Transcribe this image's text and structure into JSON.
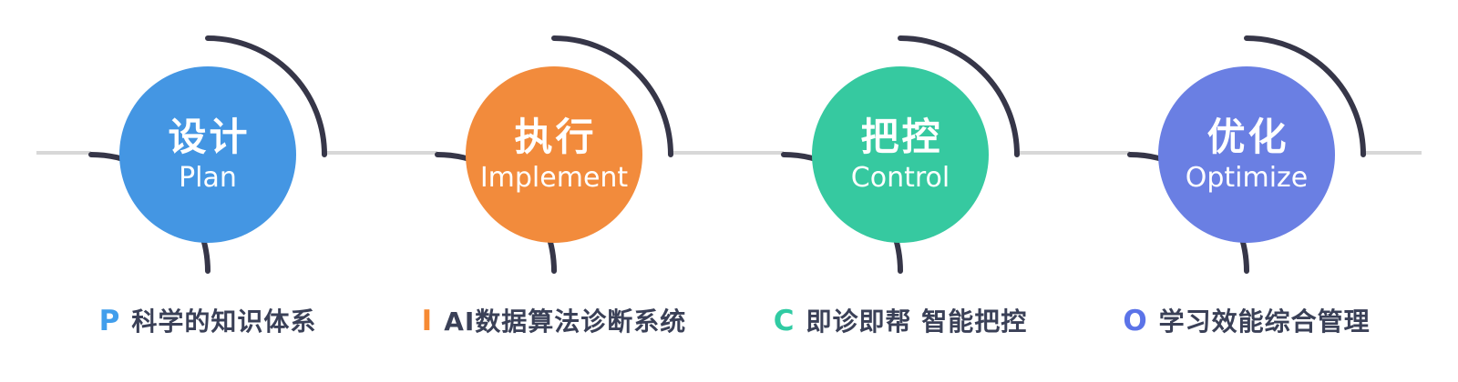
{
  "theme": {
    "background_color": "#ffffff",
    "arc_color": "#363648",
    "connector_color": "#d8d8d8",
    "description_text_color": "#3a4057",
    "circle_text_color": "#ffffff"
  },
  "stages": [
    {
      "zh": "设计",
      "en": "Plan",
      "letter": "P",
      "circle_color": "#4496e3",
      "letter_color": "#419eec",
      "description": "科学的知识体系"
    },
    {
      "zh": "执行",
      "en": "Implement",
      "letter": "I",
      "circle_color": "#f28b3c",
      "letter_color": "#f68a33",
      "description": "AI数据算法诊断系统"
    },
    {
      "zh": "把控",
      "en": "Control",
      "letter": "C",
      "circle_color": "#36c9a0",
      "letter_color": "#30cba3",
      "description": "即诊即帮 智能把控"
    },
    {
      "zh": "优化",
      "en": "Optimize",
      "letter": "O",
      "circle_color": "#6a7fe3",
      "letter_color": "#5b73e8",
      "description": "学习效能综合管理"
    }
  ]
}
